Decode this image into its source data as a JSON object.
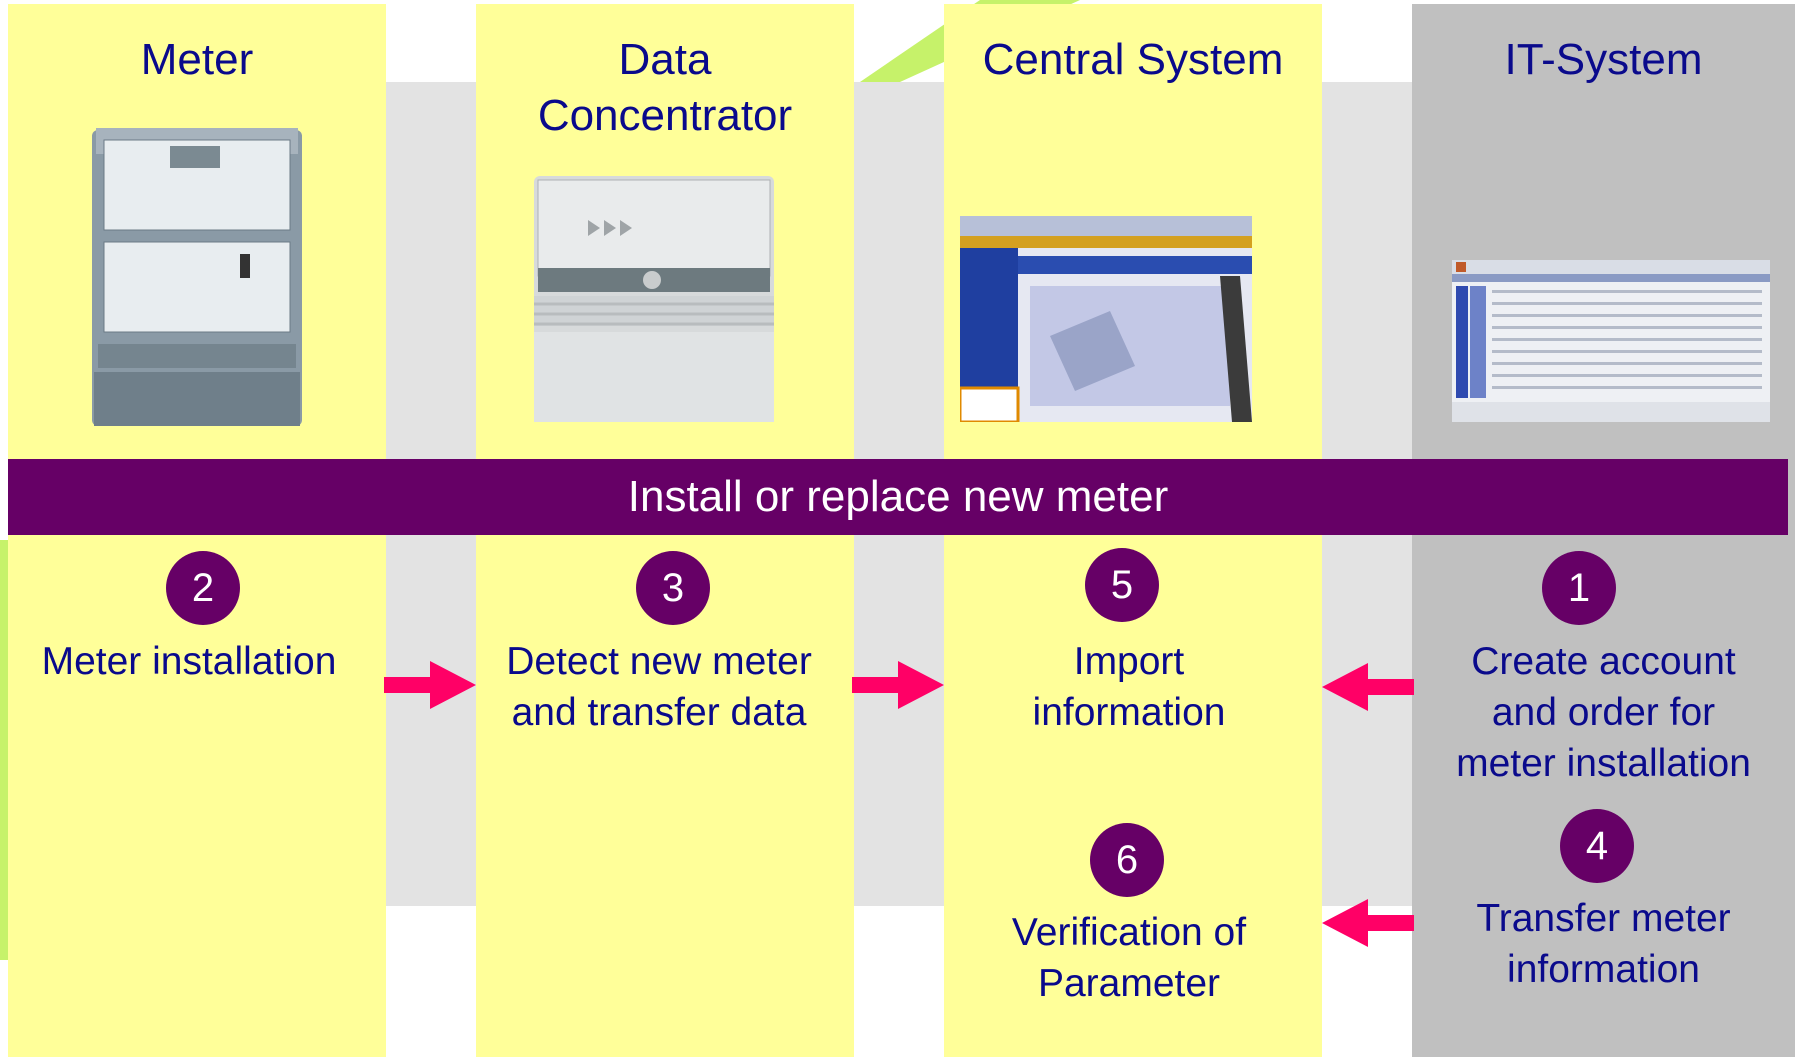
{
  "columns": [
    {
      "title": "Meter"
    },
    {
      "title": "Data\nConcentrator"
    },
    {
      "title": "Central System"
    },
    {
      "title": "IT-System"
    }
  ],
  "banner": "Install or replace new meter",
  "steps": [
    {
      "num": "2",
      "text": "Meter installation"
    },
    {
      "num": "3",
      "text": "Detect new meter\nand transfer data"
    },
    {
      "num": "5",
      "text": "Import\ninformation"
    },
    {
      "num": "1",
      "text": "Create account\nand order for\nmeter installation"
    },
    {
      "num": "4",
      "text": "Transfer meter\ninformation"
    },
    {
      "num": "6",
      "text": "Verification of\nParameter"
    }
  ],
  "colors": {
    "lane": "#ffff99",
    "it_lane": "#c0c0c0",
    "banner": "#660066",
    "arrow": "#ff0066",
    "text": "#0a0a8c"
  }
}
